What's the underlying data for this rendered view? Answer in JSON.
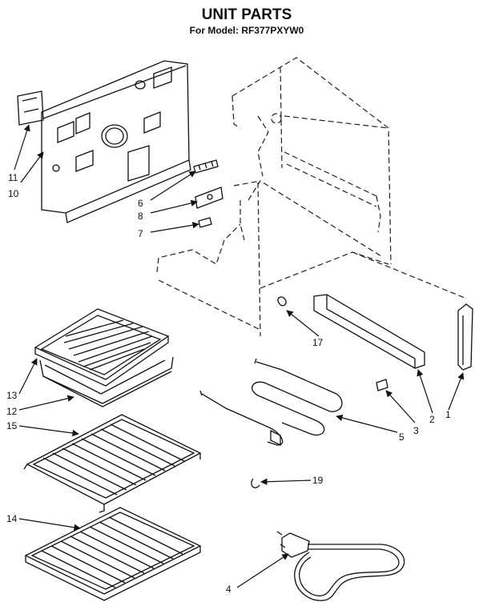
{
  "title": "UNIT PARTS",
  "subtitle": "For Model: RF377PXYW0",
  "callouts": {
    "c1": "1",
    "c2": "2",
    "c3": "3",
    "c4": "4",
    "c5": "5",
    "c6": "6",
    "c7": "7",
    "c8": "8",
    "c10": "10",
    "c11": "11",
    "c12": "12",
    "c13": "13",
    "c14": "14",
    "c15": "15",
    "c17": "17",
    "c19": "19"
  }
}
